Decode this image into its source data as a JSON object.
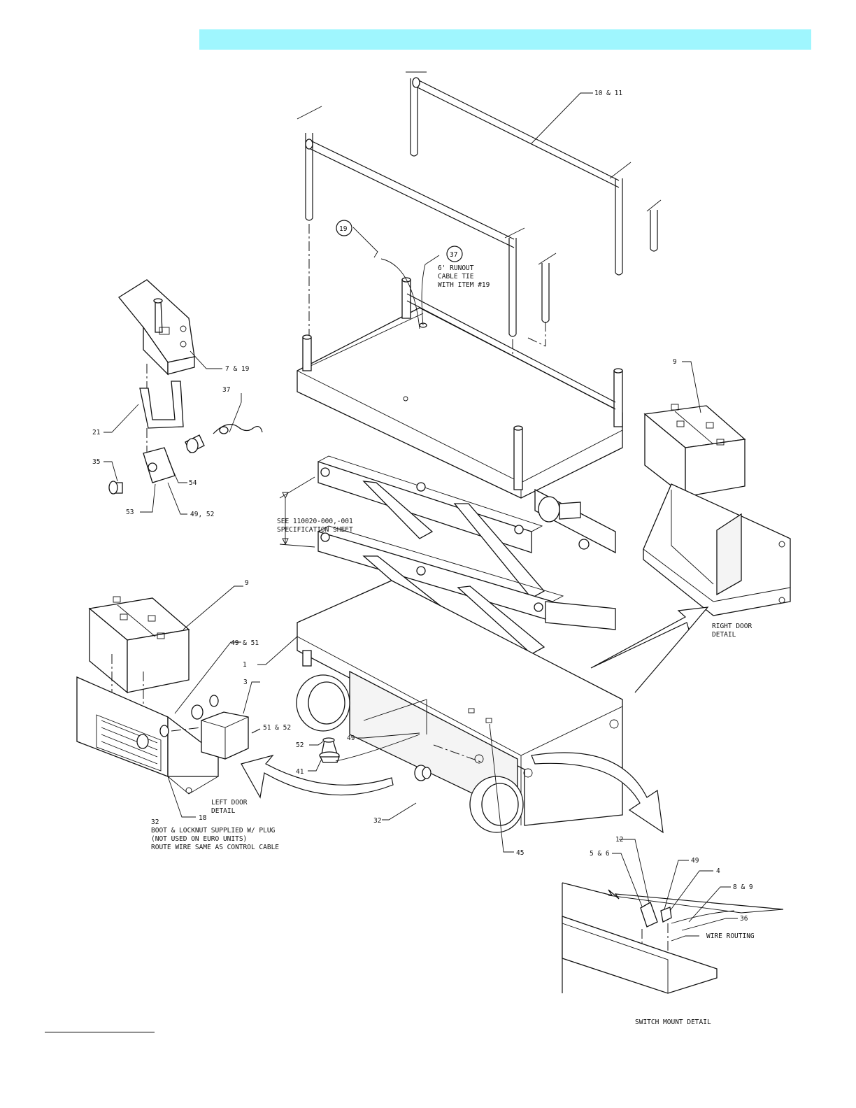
{
  "header": {
    "color": "#9ff6fe"
  },
  "callouts": {
    "c10_11": "10 & 11",
    "c19": "19",
    "c37": "37",
    "note_runout_1": "6' RUNOUT",
    "note_runout_2": "CABLE TIE",
    "note_runout_3": "WITH ITEM #19",
    "c7_19": "7 & 19",
    "c37b": "37",
    "c21": "21",
    "c35": "35",
    "c54": "54",
    "c53": "53",
    "c49_52": "49, 52",
    "spec_1": "SEE 110020-000,-001",
    "spec_2": "SPECIFICATION SHEET",
    "c9a": "9",
    "c9b": "9",
    "right_door_1": "RIGHT DOOR",
    "right_door_2": "DETAIL",
    "c49_51": "49 & 51",
    "c1": "1",
    "c3": "3",
    "c51_52": "51 & 52",
    "c52": "52",
    "c49": "49",
    "c41": "41",
    "left_door_1": "LEFT DOOR",
    "left_door_2": "DETAIL",
    "c18": "18",
    "c32a": "32",
    "boot_1": "BOOT & LOCKNUT SUPPLIED W/ PLUG",
    "boot_2": "(NOT USED ON EURO UNITS)",
    "boot_3": "ROUTE WIRE SAME AS CONTROL CABLE",
    "c32b": "32",
    "c45": "45",
    "c12": "12",
    "c5_6": "5 & 6",
    "c49c": "49",
    "c4": "4",
    "c8_9": "8 & 9",
    "c36": "36",
    "wire_routing": "WIRE ROUTING",
    "switch_mount": "SWITCH MOUNT DETAIL"
  }
}
